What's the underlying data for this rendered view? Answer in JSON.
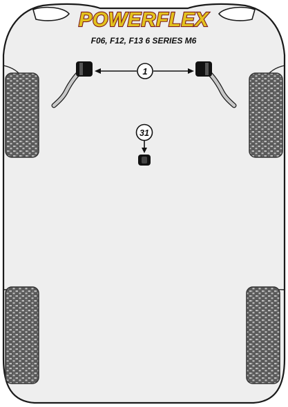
{
  "brand": {
    "logo_text": "POWERFLEX",
    "logo_fill": "#e3c21e",
    "logo_stroke": "#7a1a1a"
  },
  "subtitle": "F06, F12, F13 6 SERIES M6",
  "colors": {
    "body_fill": "#eeeeee",
    "outline": "#1a1a1a",
    "tyre_dark": "#555555",
    "tyre_light": "#b8b8b8",
    "bushing": "#111111",
    "arm": "#c8c8c8"
  },
  "callouts": [
    {
      "id": "front-anti-roll-bar-bush",
      "label": "1"
    },
    {
      "id": "gearbox-mount",
      "label": "31"
    }
  ],
  "icons": [
    "powerflex-logo",
    "car-body-outline",
    "tyre-icon",
    "anti-roll-bar-icon",
    "bushing-icon",
    "pointer-arrow-icon"
  ]
}
